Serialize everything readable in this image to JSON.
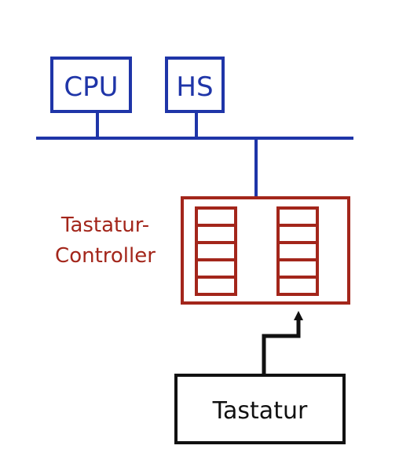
{
  "colors": {
    "bus": "#1f35a8",
    "controller": "#a3261b",
    "keyboard": "#111111",
    "background": "#ffffff"
  },
  "nodes": {
    "cpu": {
      "label": "CPU"
    },
    "hs": {
      "label": "HS"
    },
    "controller": {
      "label_line1": "Tastatur-",
      "label_line2": "Controller",
      "register_slots": 5
    },
    "keyboard": {
      "label": "Tastatur"
    }
  }
}
